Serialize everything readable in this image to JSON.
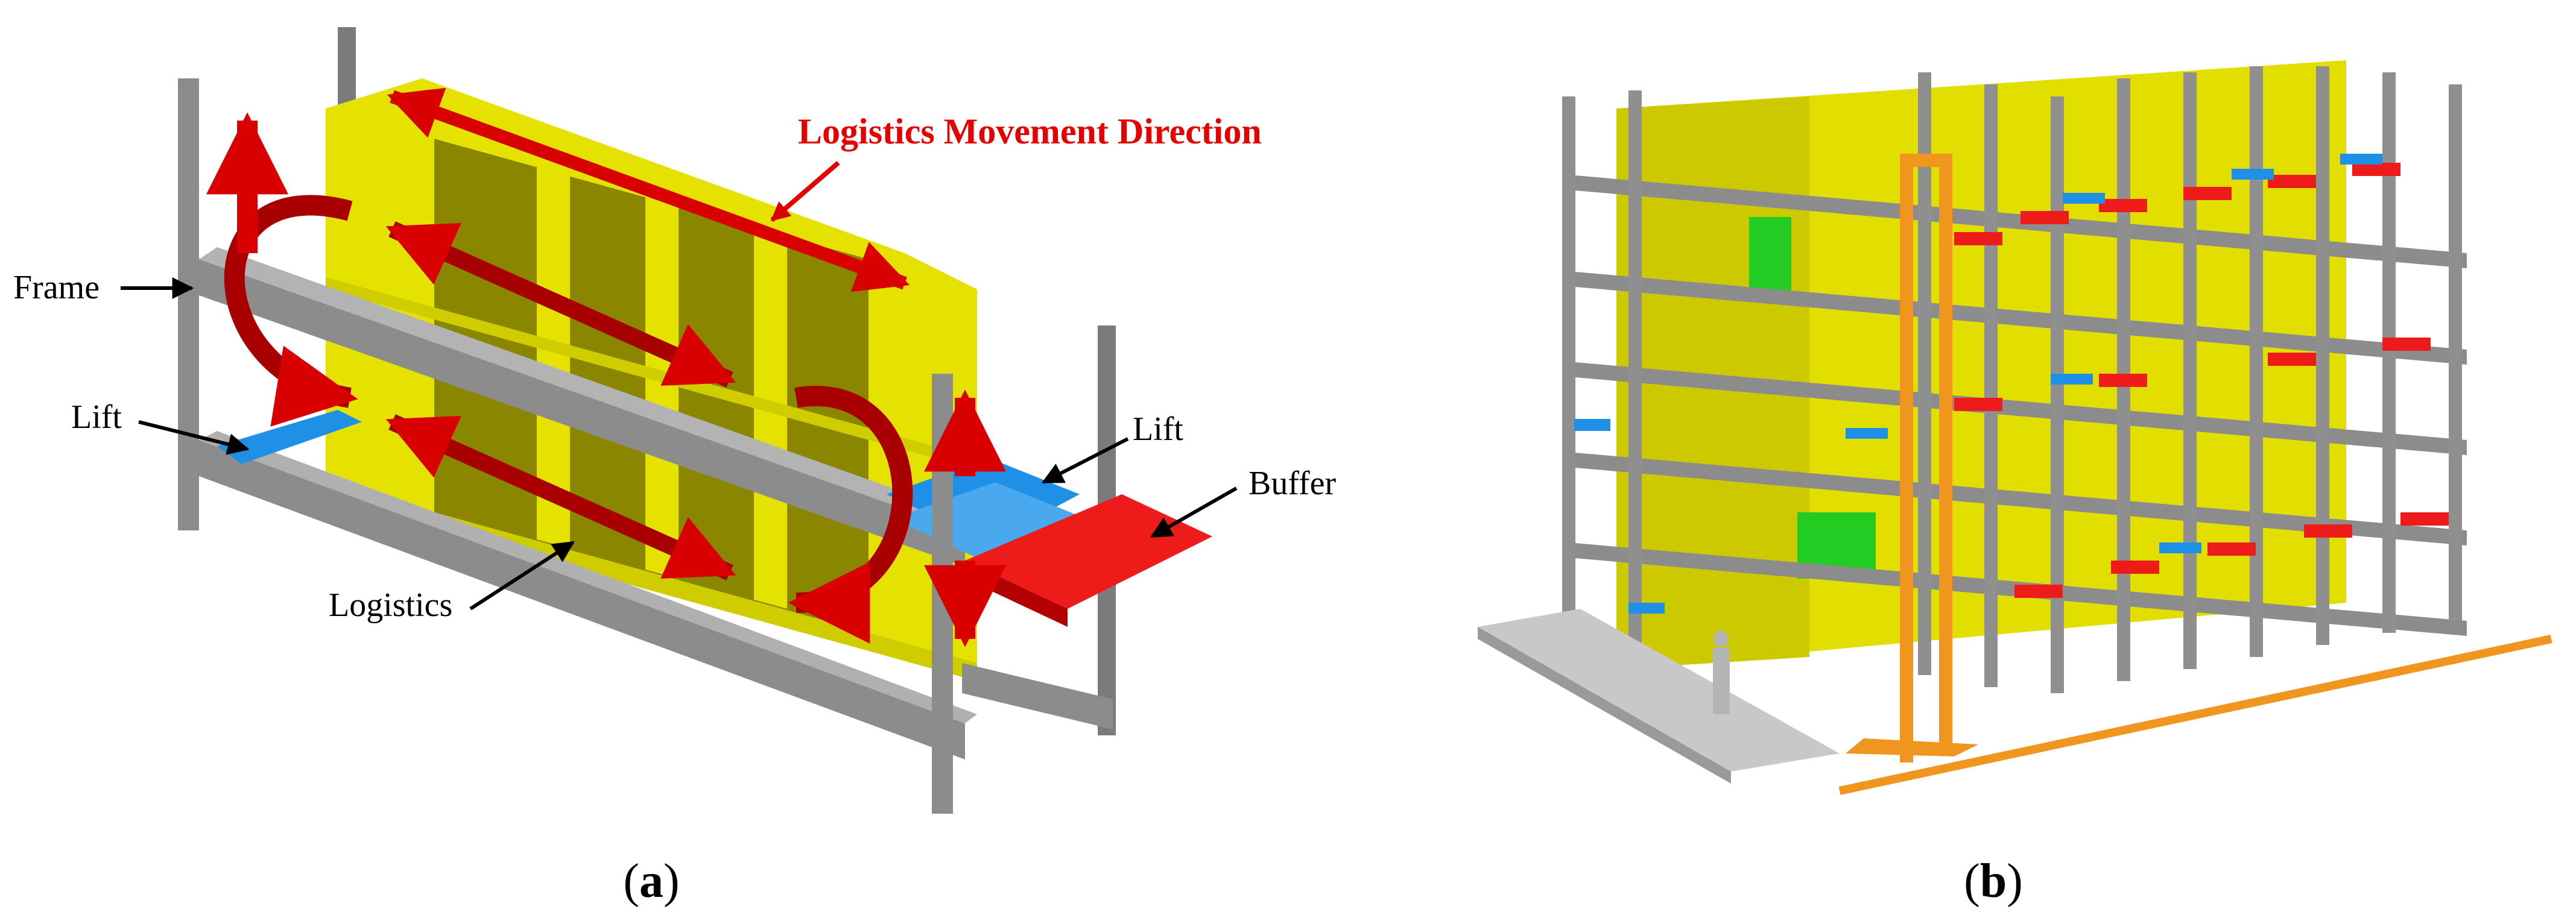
{
  "panel_a": {
    "title": "Logistics Movement Direction",
    "labels": {
      "frame": "Frame",
      "lift_left": "Lift",
      "lift_right": "Lift",
      "buffer": "Buffer",
      "logistics": "Logistics"
    },
    "caption_open": "(",
    "caption_letter": "a",
    "caption_close": ")"
  },
  "panel_b": {
    "caption_open": "(",
    "caption_letter": "b",
    "caption_close": ")"
  },
  "colors": {
    "frame_gray": "#8c8c8c",
    "frame_dark": "#6a6a6a",
    "container_yellow": "#e5e100",
    "container_olive": "#8a8600",
    "arrow_red": "#d80000",
    "label_red": "#e60000",
    "roller_blue": "#1e90e6",
    "buffer_red": "#ee1b1b",
    "crane_orange": "#f0961e",
    "highlight_green": "#22cc22"
  }
}
